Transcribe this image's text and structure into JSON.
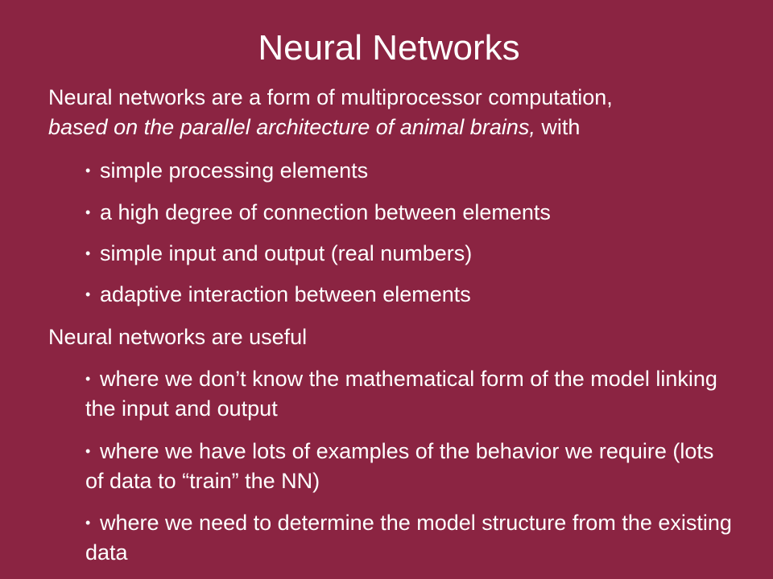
{
  "slide": {
    "title": "Neural Networks",
    "colors": {
      "background": "#8B2442",
      "text": "#FFFFFF"
    },
    "bullet_glyph": "•",
    "intro": {
      "text_before_italic": "Neural networks are a form of multiprocessor computation,",
      "italic": "based on the parallel architecture of animal brains,",
      "text_after_italic": " with"
    },
    "bullets_1": [
      "simple processing elements",
      "a high degree of connection between elements",
      "simple input and output (real numbers)",
      "adaptive interaction between elements"
    ],
    "useful_heading": "Neural networks are useful",
    "bullets_2": [
      "where we don’t know the mathematical form of the model linking the input and output",
      "where we have lots of examples of the behavior we require (lots of data to “train” the NN)",
      "where we need to determine the model structure from the existing data"
    ]
  }
}
